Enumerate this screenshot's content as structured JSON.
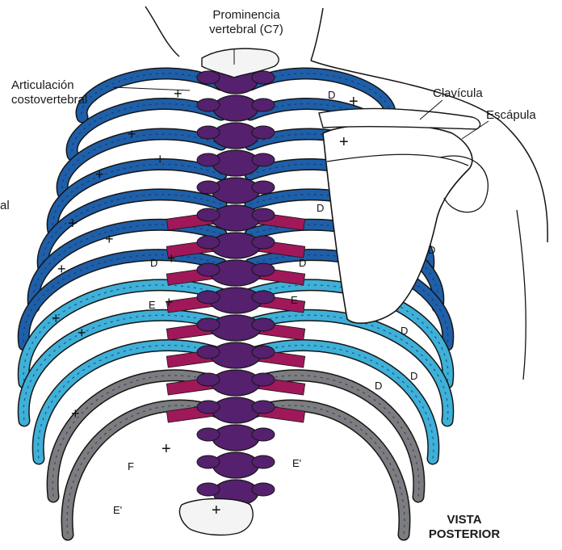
{
  "labels": {
    "prominencia_line1": "Prominencia",
    "prominencia_line2": "vertebral (C7)",
    "articulacion_line1": "Articulación",
    "articulacion_line2": "costovertebral",
    "clavicula": "Clavícula",
    "escapula": "Escápula",
    "cut_off_left": "al",
    "vista_line1": "VISTA",
    "vista_line2": "POSTERIOR"
  },
  "colors": {
    "rib_blue": "#1f5fa8",
    "rib_blue_dark": "#0d2f66",
    "rib_cyan": "#3fb0d8",
    "rib_gray": "#7d7d80",
    "spine_purple": "#55206e",
    "muscle_magenta": "#a0185a",
    "outline": "#151515"
  },
  "rib_marks": {
    "plus": "+",
    "D": "D",
    "E": "E",
    "E_prime": "E'",
    "F": "F"
  }
}
